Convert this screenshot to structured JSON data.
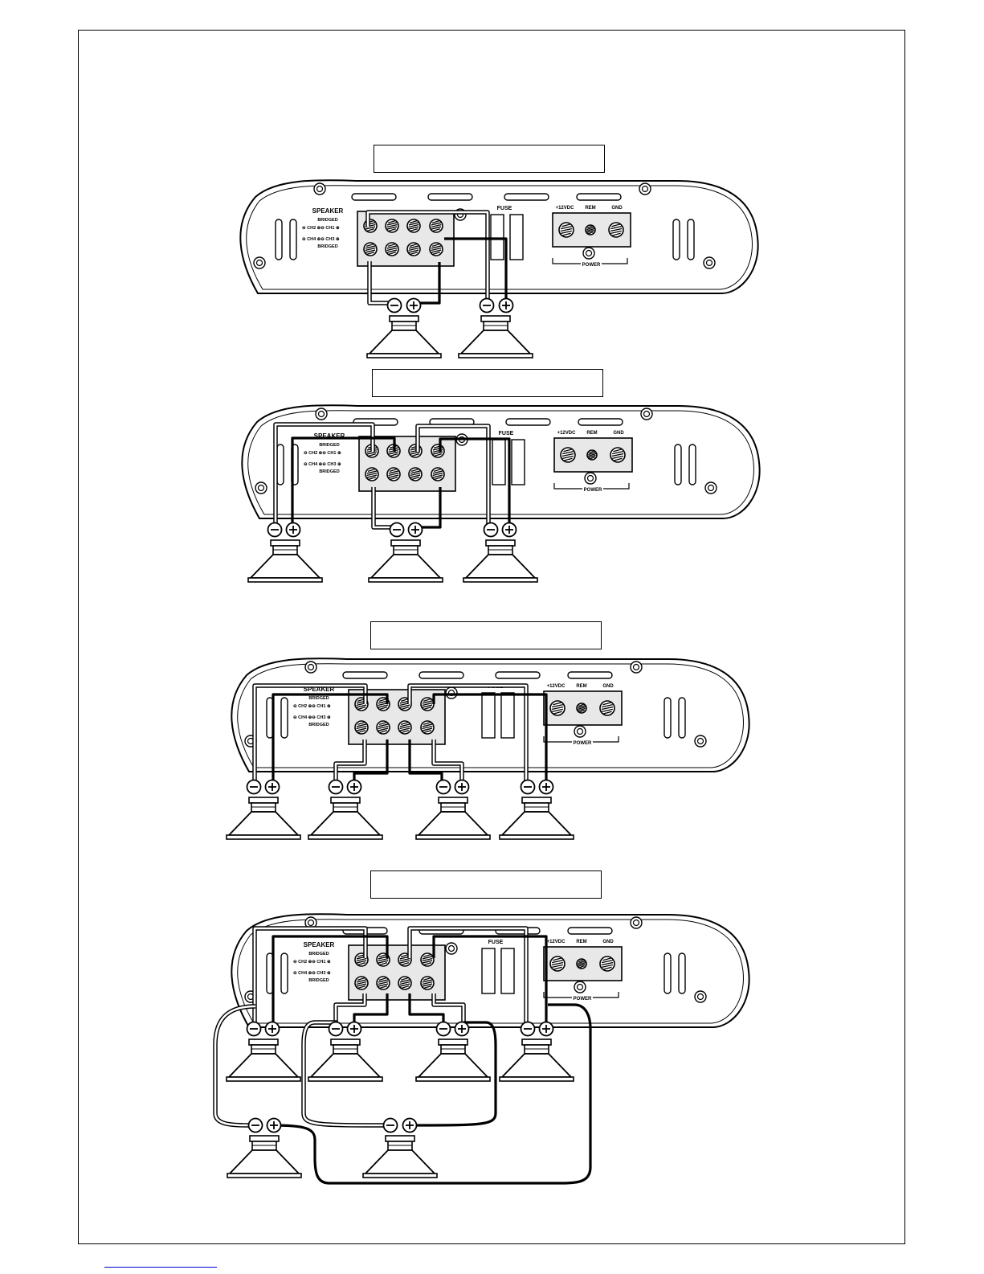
{
  "amp_labels": {
    "speaker": "SPEAKER",
    "bridged": "BRIDGED",
    "ch2": "CH2",
    "ch1": "CH1",
    "ch4": "CH4",
    "ch3": "CH3",
    "fuse": "FUSE",
    "v12": "+12VDC",
    "rem": "REM",
    "gnd": "GND",
    "power": "POWER"
  },
  "diagrams": [
    {
      "title": "",
      "speakers": 2
    },
    {
      "title": "",
      "speakers": 3
    },
    {
      "title": "",
      "speakers": 4
    },
    {
      "title": "",
      "speakers": 6
    }
  ],
  "colors": {
    "ink": "#000000",
    "panel": "#ffffff",
    "terminal_block": "#e8e8e8",
    "link": "#0000cc"
  }
}
